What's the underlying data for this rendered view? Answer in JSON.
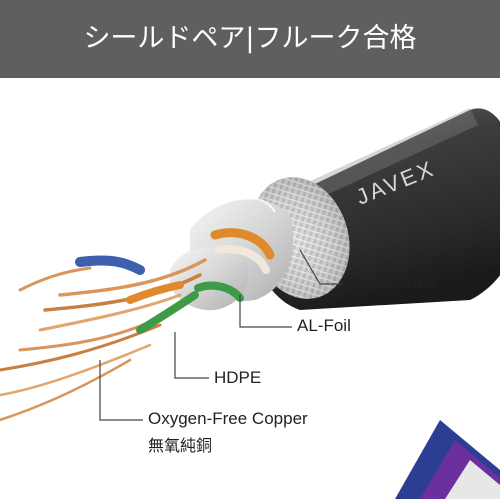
{
  "banner": {
    "title": "シールドペア|フルーク合格"
  },
  "cable": {
    "brand_mark": "JAVEX"
  },
  "callouts": {
    "braided": "AL- Braided",
    "foil": "AL-Foil",
    "hdpe": "HDPE",
    "copper_en": "Oxygen-Free Copper",
    "copper_jp": "無氧純銅"
  },
  "colors": {
    "banner_bg": "#5f5f5f",
    "jacket": "#3a3a3a",
    "copper": "#d9955a",
    "insulation_blue": "#3d5fae",
    "insulation_green": "#3d9a46",
    "insulation_orange": "#e08a2e",
    "accent_purple": "#6b2fa0"
  }
}
